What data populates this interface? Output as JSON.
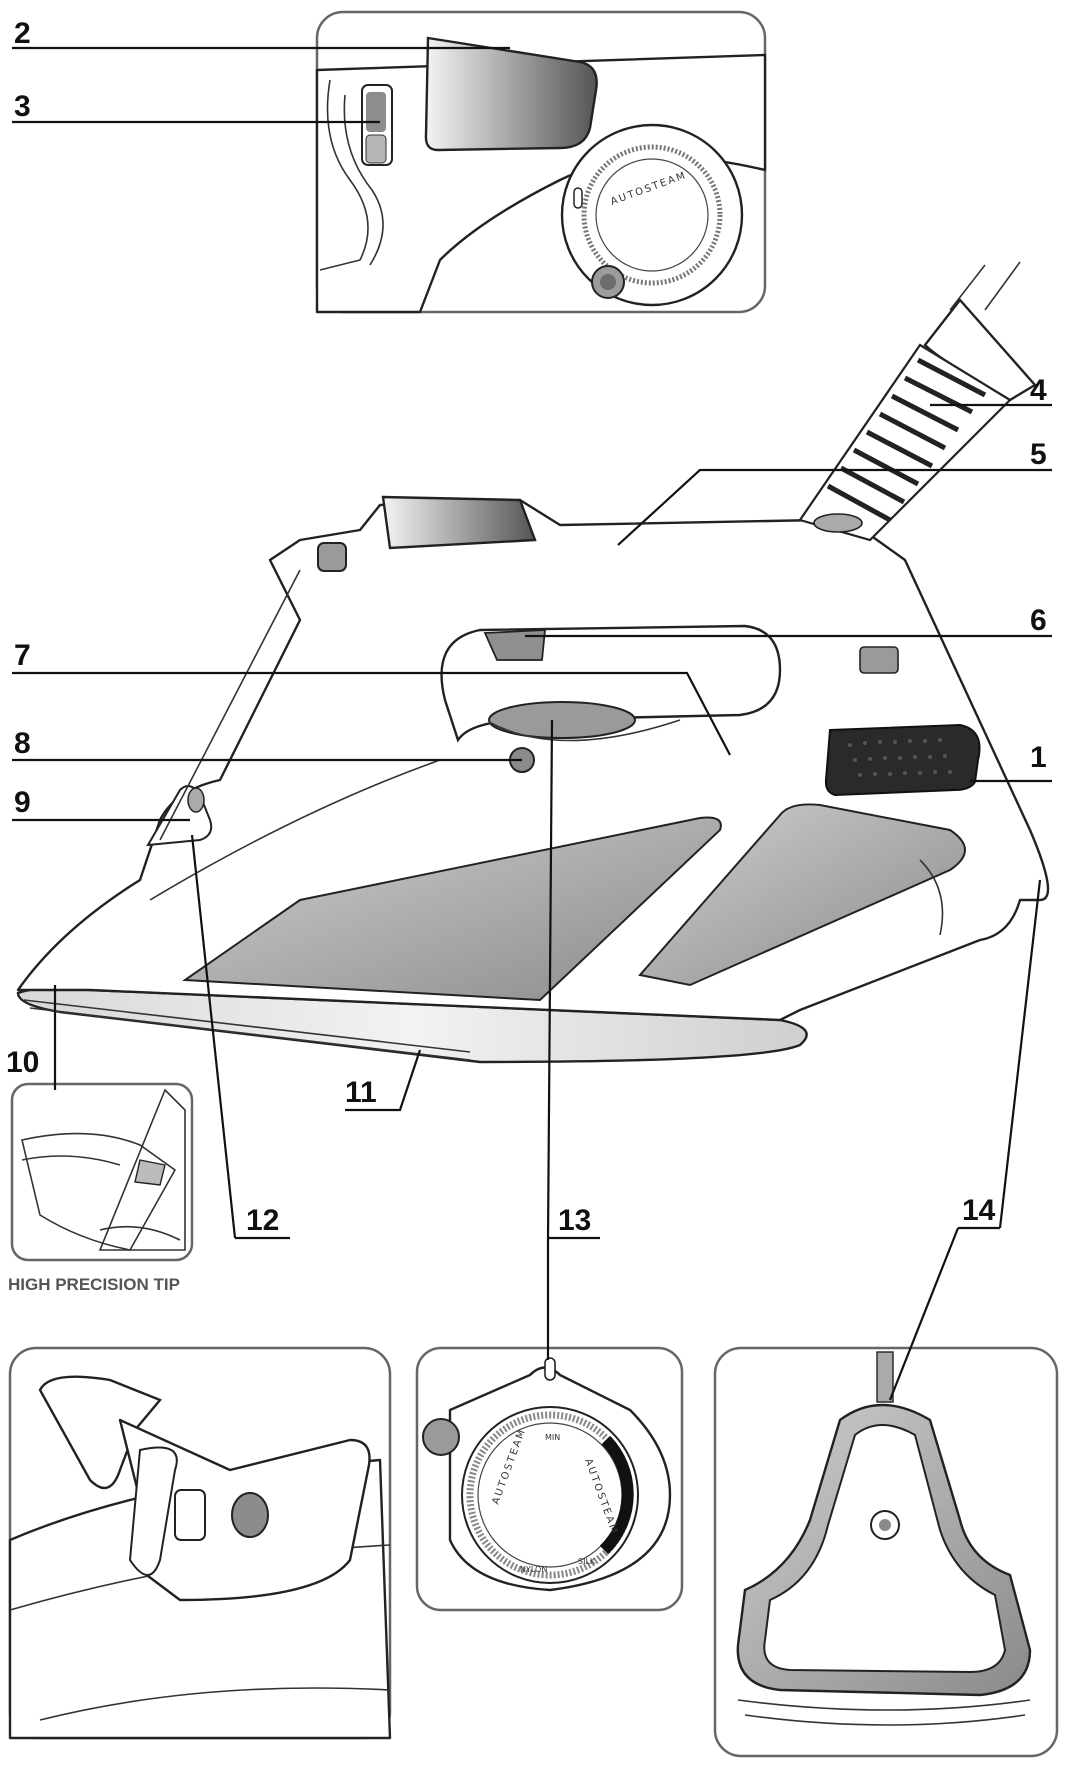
{
  "callouts": [
    {
      "id": "1",
      "label": "1"
    },
    {
      "id": "2",
      "label": "2"
    },
    {
      "id": "3",
      "label": "3"
    },
    {
      "id": "4",
      "label": "4"
    },
    {
      "id": "5",
      "label": "5"
    },
    {
      "id": "6",
      "label": "6"
    },
    {
      "id": "7",
      "label": "7"
    },
    {
      "id": "8",
      "label": "8"
    },
    {
      "id": "9",
      "label": "9"
    },
    {
      "id": "10",
      "label": "10"
    },
    {
      "id": "11",
      "label": "11"
    },
    {
      "id": "12",
      "label": "12"
    },
    {
      "id": "13",
      "label": "13"
    },
    {
      "id": "14",
      "label": "14"
    }
  ],
  "captions": {
    "high_precision_tip": "HIGH PRECISION TIP"
  },
  "dial": {
    "brand_text": "AUTOSTEAM",
    "min_label": "MIN",
    "nylon_label": "NYLON",
    "silk_label": "SILK"
  },
  "colors": {
    "line": "#222222",
    "panel_border": "#666666",
    "grey_fill": "#9a9a9a",
    "dark_fill": "#333333"
  }
}
